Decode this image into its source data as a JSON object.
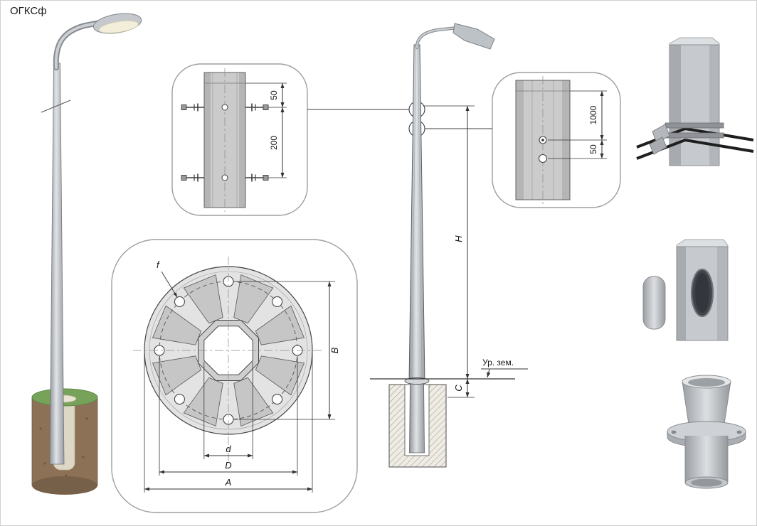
{
  "title": "ОГКСф",
  "colors": {
    "line": "#3a3a3a",
    "callout_border": "#9e9e9e",
    "metal_light": "#d9dcdf",
    "metal_mid": "#c3c7cb",
    "grass": "#76a25a",
    "soil": "#8d7156",
    "soil_dark": "#77604a",
    "cable": "#1f1f1f"
  },
  "callout_clamp": {
    "dim_top": "50",
    "dim_bottom": "200"
  },
  "callout_cable": {
    "dim_top": "1000",
    "dim_bottom": "50"
  },
  "flange_view": {
    "label_f": "f",
    "label_b": "B",
    "label_d": "d",
    "label_dd": "D",
    "label_a": "A"
  },
  "elevation": {
    "label_h": "H",
    "label_c": "C",
    "ground_label": "Ур. зем."
  }
}
